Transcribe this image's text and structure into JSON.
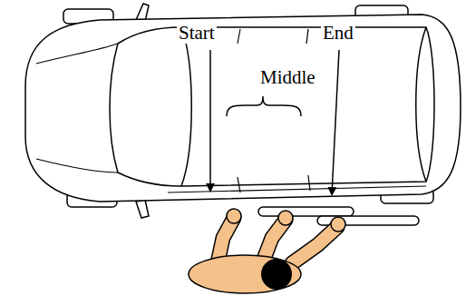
{
  "diagram": {
    "labels": [
      "Start",
      "Middle",
      "End"
    ]
  }
}
